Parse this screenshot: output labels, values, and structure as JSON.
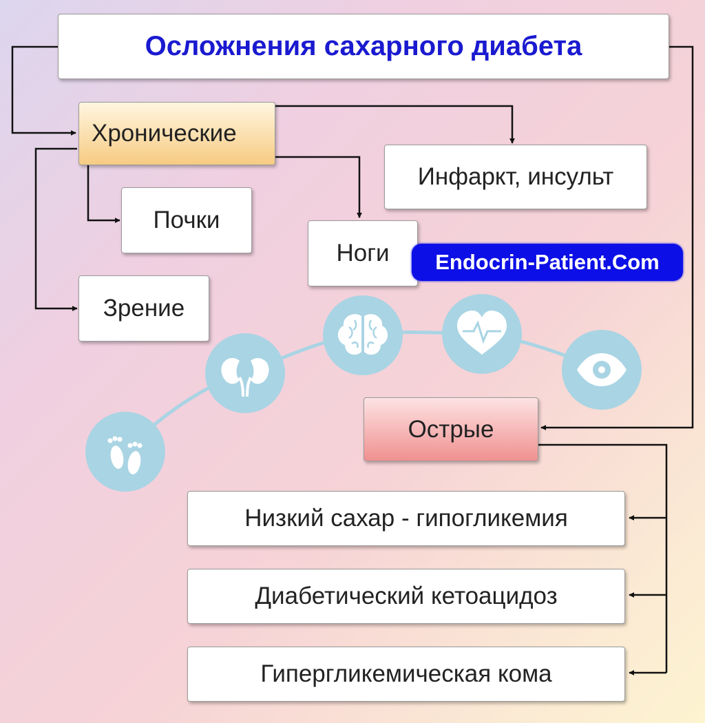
{
  "title": "Осложнения сахарного диабета",
  "chronic": {
    "label": "Хронические",
    "items": {
      "infarct": "Инфаркт, инсульт",
      "kidneys": "Почки",
      "legs": "Ноги",
      "vision": "Зрение"
    }
  },
  "acute": {
    "label": "Острые",
    "items": [
      "Низкий сахар - гипогликемия",
      "Диабетический кетоацидоз",
      "Гипергликемическая кома"
    ]
  },
  "watermark": "Endocrin-Patient.Com",
  "icons": [
    "feet-icon",
    "kidneys-icon",
    "brain-icon",
    "heart-pulse-icon",
    "eye-icon"
  ],
  "colors": {
    "title_text": "#1a1ad0",
    "chronic_fill": "#f7cb82",
    "acute_fill": "#f09090",
    "icon_circle": "#a9d4e4",
    "watermark_bg": "#0d10e6"
  }
}
